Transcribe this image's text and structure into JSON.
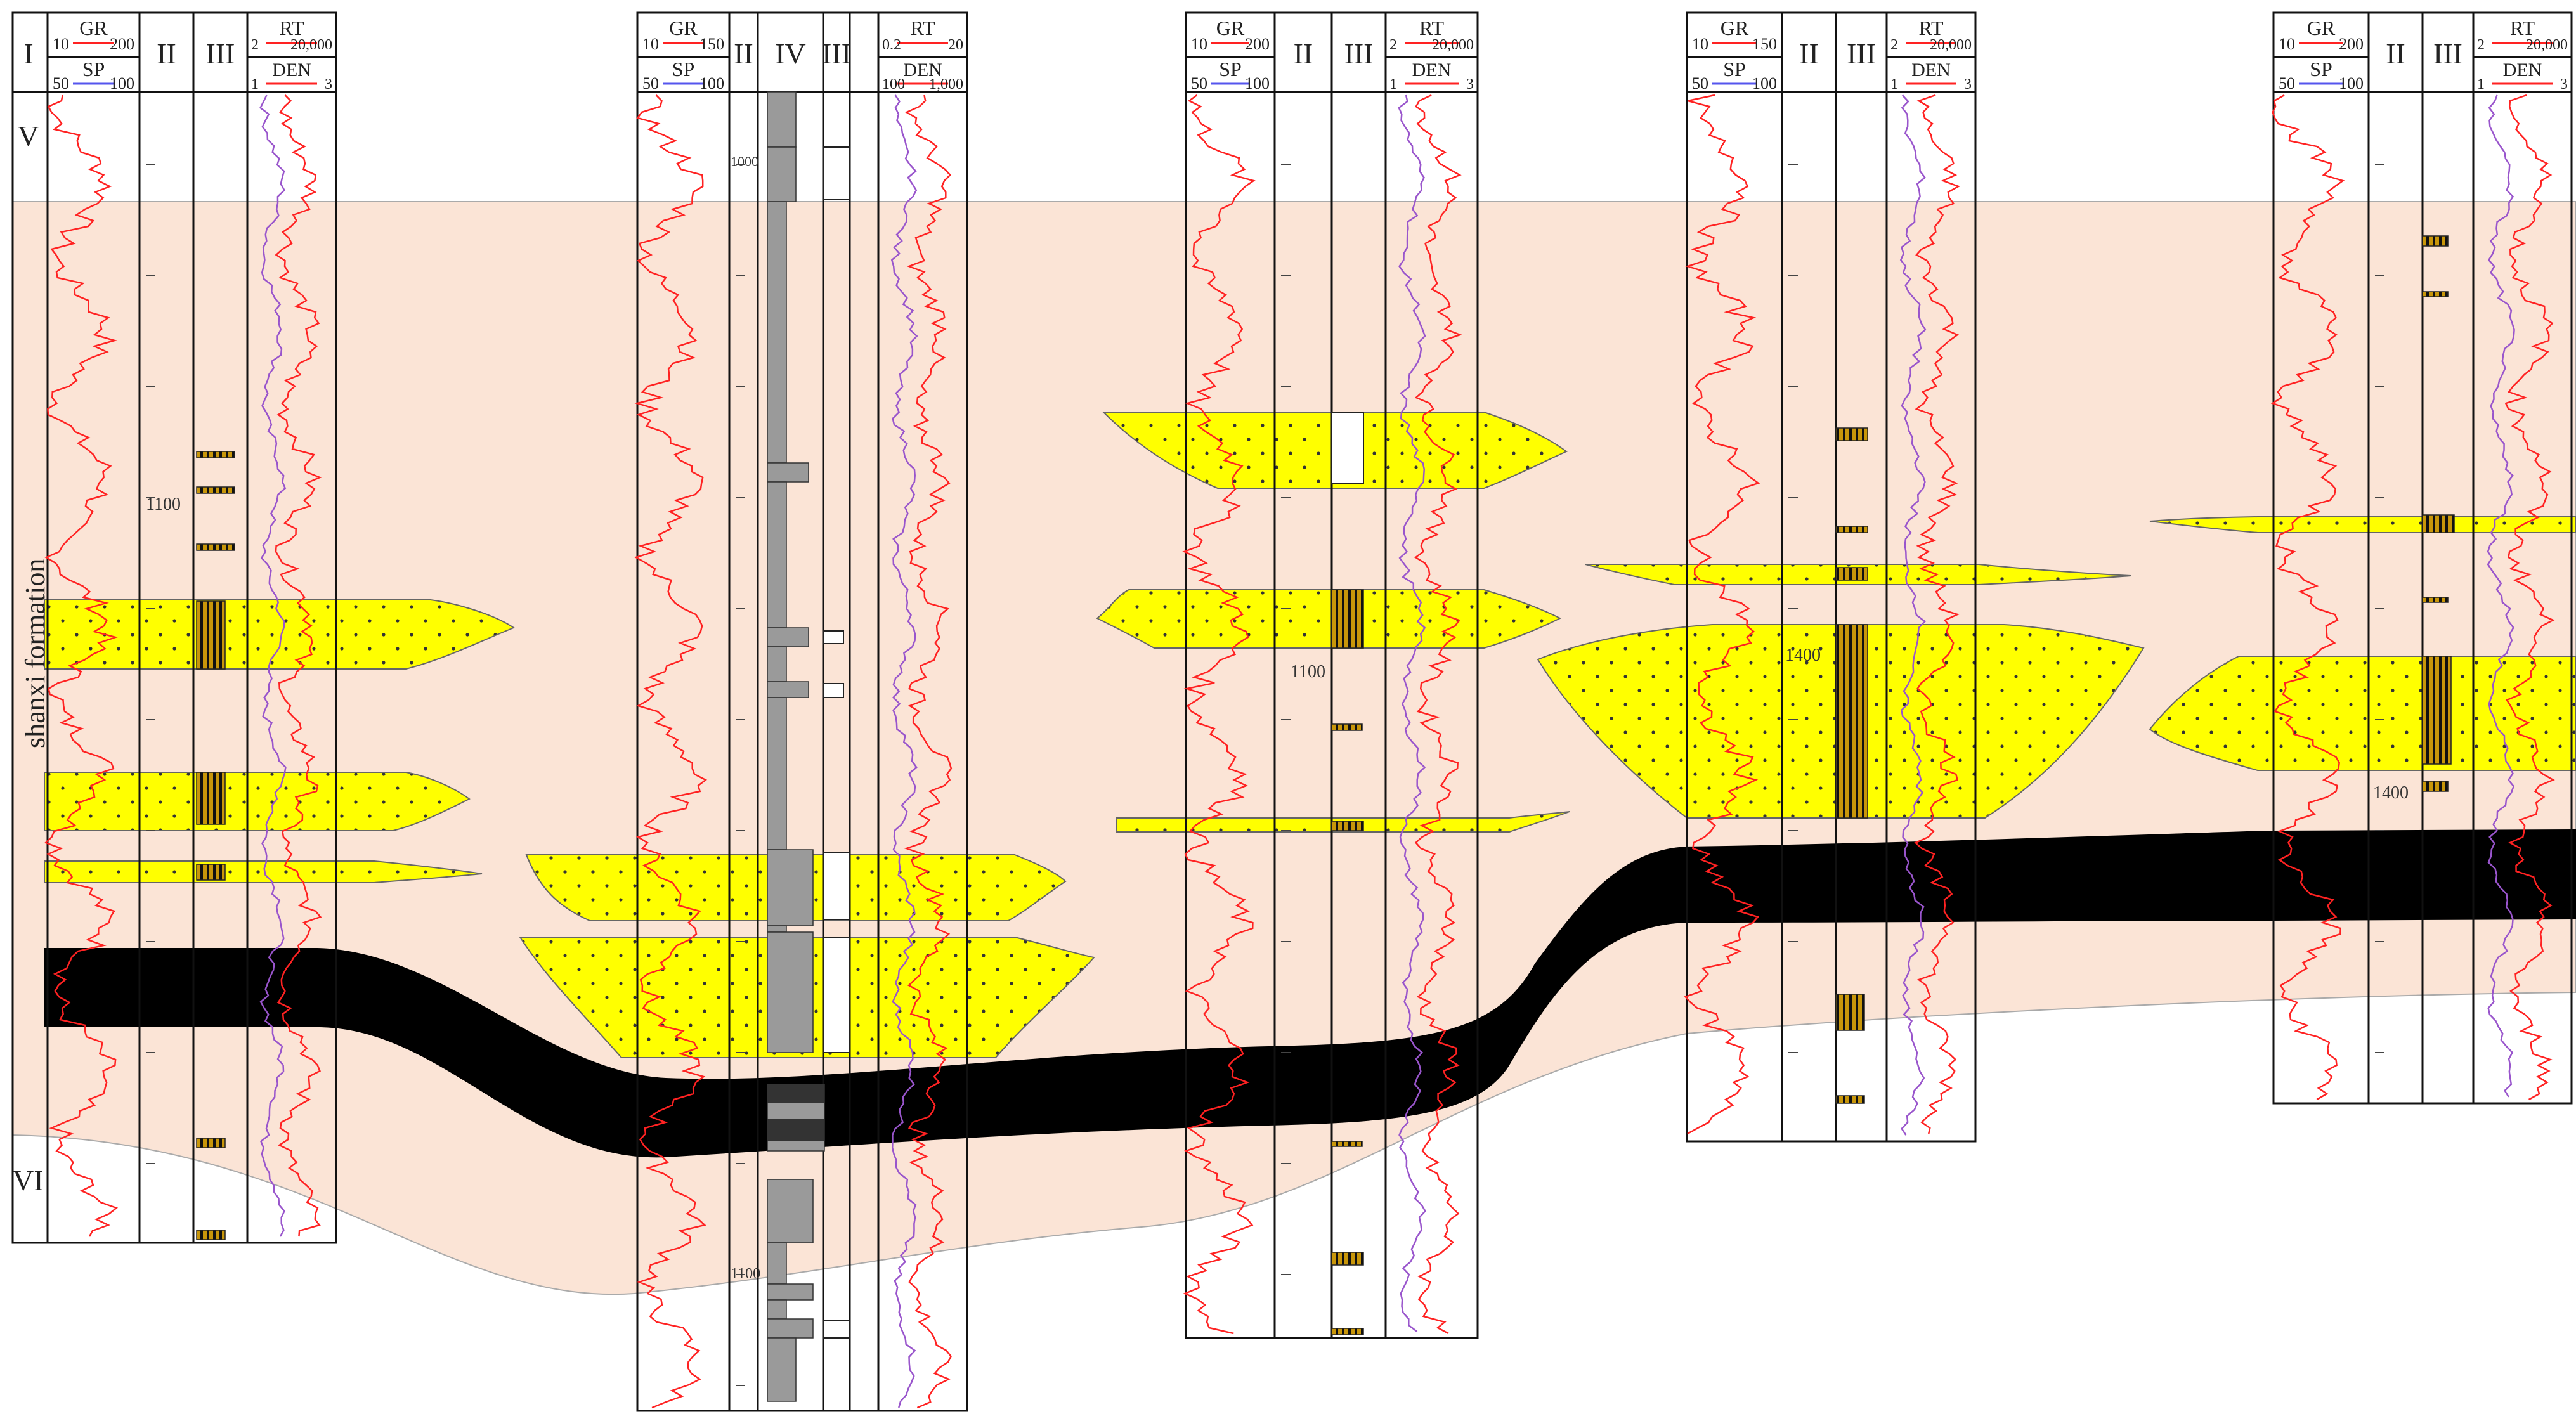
{
  "formation": {
    "name": "shanxi formation",
    "upper_zone": "V",
    "lower_zone": "VI"
  },
  "colors": {
    "formation_fill": "#fbe4d6",
    "sand_fill": "#ffff00",
    "coal": "#000000",
    "gr_curve": "#ff2222",
    "sp_curve": "#5555ee",
    "den_curve": "#9955cc",
    "interpretation": "#c8960a",
    "lithology_grey": "#999999"
  },
  "wells": [
    {
      "id": "w1",
      "headers": {
        "I": "I",
        "II": "II",
        "III": "III"
      },
      "gr": {
        "name": "GR",
        "min": "10",
        "max": "200"
      },
      "sp": {
        "name": "SP",
        "min": "50",
        "max": "100"
      },
      "rt": {
        "name": "RT",
        "min": "2",
        "max": "20,000"
      },
      "den": {
        "name": "DEN",
        "min": "1",
        "max": "3"
      },
      "depth_label": "1100"
    },
    {
      "id": "w2",
      "headers": {
        "II": "II",
        "IV": "IV",
        "III": "III"
      },
      "gr": {
        "name": "GR",
        "min": "10",
        "max": "150"
      },
      "sp": {
        "name": "SP",
        "min": "50",
        "max": "100"
      },
      "rt": {
        "name": "RT",
        "min": "0.2",
        "max": "20"
      },
      "den": {
        "name": "DEN",
        "min": "100",
        "max": "1,000"
      },
      "depth_label_top": "1000",
      "depth_label": "1100"
    },
    {
      "id": "w3",
      "headers": {
        "II": "II",
        "III": "III"
      },
      "gr": {
        "name": "GR",
        "min": "10",
        "max": "200"
      },
      "sp": {
        "name": "SP",
        "min": "50",
        "max": "100"
      },
      "rt": {
        "name": "RT",
        "min": "2",
        "max": "20,000"
      },
      "den": {
        "name": "DEN",
        "min": "1",
        "max": "3"
      },
      "depth_label": "1100"
    },
    {
      "id": "w4",
      "headers": {
        "II": "II",
        "III": "III"
      },
      "gr": {
        "name": "GR",
        "min": "10",
        "max": "150"
      },
      "sp": {
        "name": "SP",
        "min": "50",
        "max": "100"
      },
      "rt": {
        "name": "RT",
        "min": "2",
        "max": "20,000"
      },
      "den": {
        "name": "DEN",
        "min": "1",
        "max": "3"
      },
      "depth_label": "1400"
    },
    {
      "id": "w5",
      "headers": {
        "II": "II",
        "III": "III"
      },
      "gr": {
        "name": "GR",
        "min": "10",
        "max": "200"
      },
      "sp": {
        "name": "SP",
        "min": "50",
        "max": "100"
      },
      "rt": {
        "name": "RT",
        "min": "2",
        "max": "20,000"
      },
      "den": {
        "name": "DEN",
        "min": "1",
        "max": "3"
      },
      "depth_label": "1400"
    }
  ]
}
